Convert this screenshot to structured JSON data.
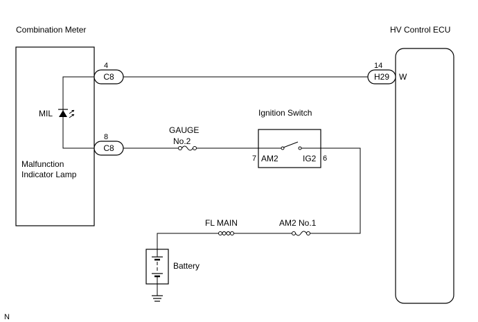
{
  "components": {
    "combination_meter": "Combination Meter",
    "hv_control_ecu": "HV Control ECU",
    "ignition_switch": "Ignition Switch",
    "battery": "Battery",
    "mil_lamp": "Malfunction\nIndicator Lamp",
    "mil_lamp_line1": "Malfunction",
    "mil_lamp_line2": "Indicator Lamp",
    "mil_label": "MIL"
  },
  "connectors": {
    "meter_top": {
      "name": "C8",
      "pin": "4"
    },
    "meter_bottom": {
      "name": "C8",
      "pin": "8"
    },
    "ecu": {
      "name": "H29",
      "pin": "14",
      "wire_color": "W"
    }
  },
  "ignition": {
    "left_terminal": "AM2",
    "left_pin": "7",
    "right_terminal": "IG2",
    "right_pin": "6"
  },
  "fuses": {
    "gauge_line1": "GAUGE",
    "gauge_line2": "No.2",
    "fl_main": "FL MAIN",
    "am2_no1": "AM2 No.1"
  },
  "footer_mark": "N"
}
